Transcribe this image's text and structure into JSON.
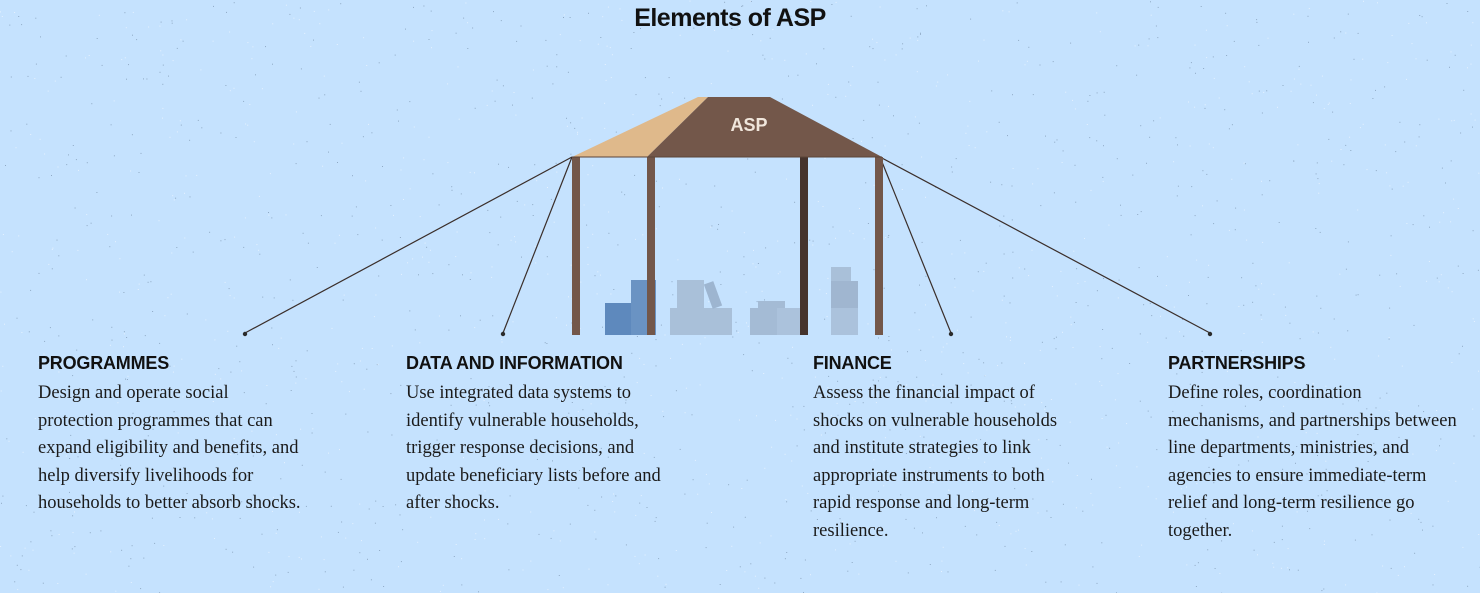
{
  "title": "Elements of ASP",
  "roof_label": "ASP",
  "colors": {
    "background": "#c5e2fe",
    "roof_dark": "#73574a",
    "roof_light": "#dfb98b",
    "pillar": "#73574a",
    "pillar_dark": "#45332c",
    "box_blue": "#658fc0",
    "box_grey": "#a9c0d9"
  },
  "elements": [
    {
      "heading": "PROGRAMMES",
      "text": "Design and operate social protection programmes that can expand eligibility and benefits, and help diversify livelihoods for households to better absorb shocks."
    },
    {
      "heading": "DATA AND INFORMATION",
      "text": "Use integrated data systems to identify vulnerable households, trigger response decisions, and update beneficiary lists before and after shocks."
    },
    {
      "heading": "FINANCE",
      "text": "Assess the financial impact of shocks on vulnerable households and institute strategies to link appropriate instruments to both rapid response and long-term resilience."
    },
    {
      "heading": "PARTNERSHIPS",
      "text": "Define roles, coordination mechanisms, and partnerships between line departments, ministries, and agencies to ensure immediate-term relief and long-term resilience go together."
    }
  ]
}
